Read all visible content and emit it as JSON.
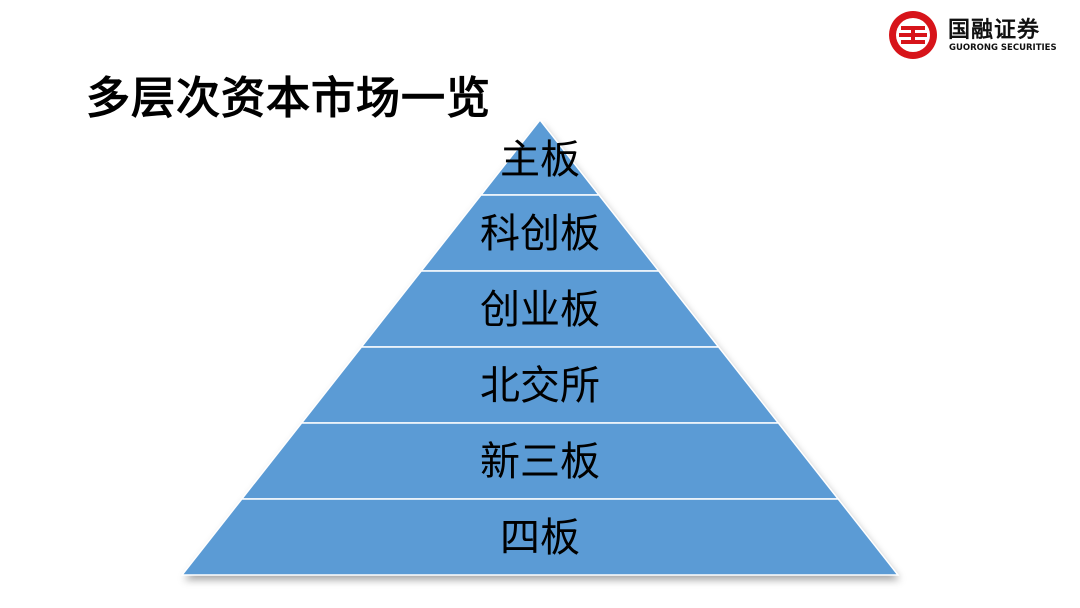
{
  "title": "多层次资本市场一览",
  "logo": {
    "name": "国融证券",
    "subtitle": "GUORONG SECURITIES",
    "icon": "guorong-logo-icon",
    "color": "#d7141a"
  },
  "pyramid": {
    "fill": "#5b9bd5",
    "tiers": [
      {
        "label": "主板"
      },
      {
        "label": "科创板"
      },
      {
        "label": "创业板"
      },
      {
        "label": "北交所"
      },
      {
        "label": "新三板"
      },
      {
        "label": "四板"
      }
    ]
  }
}
